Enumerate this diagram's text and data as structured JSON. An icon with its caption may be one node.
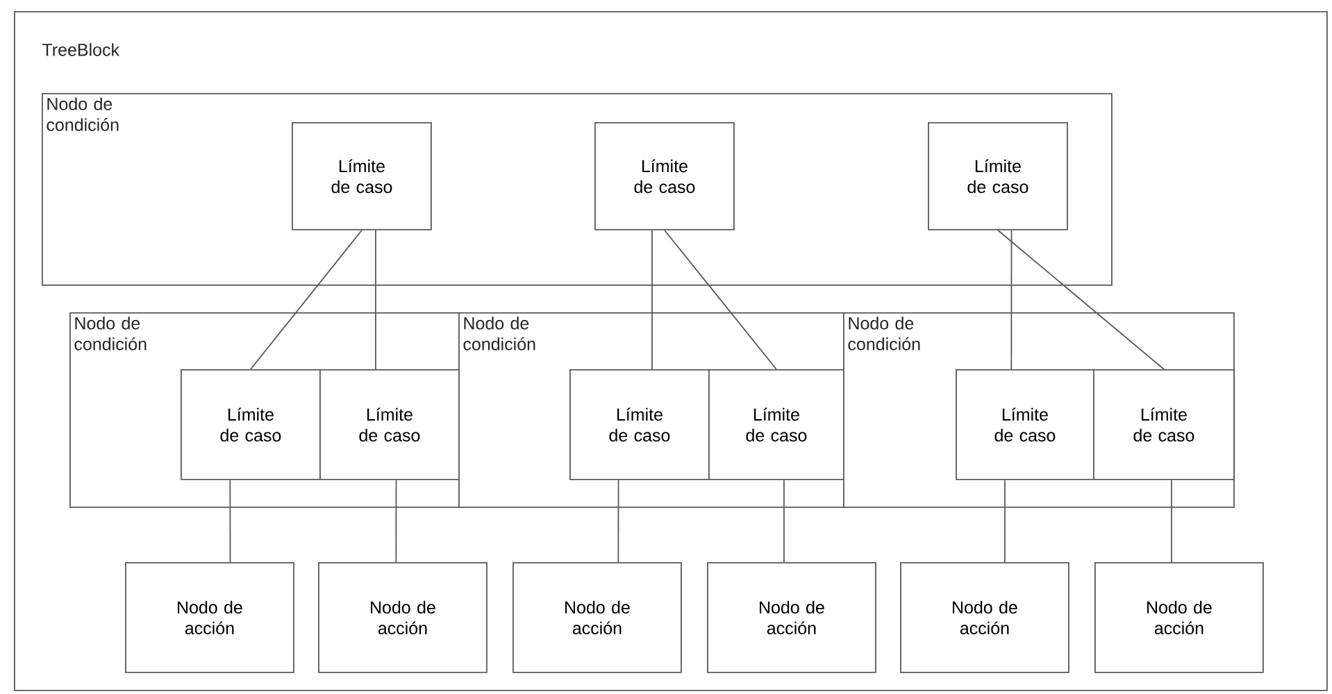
{
  "diagram": {
    "nodes": [
      {
        "text": [
          "TreeBlock"
        ]
      },
      {
        "text": [
          "Nodo de condición"
        ],
        "in": 0
      },
      {
        "text": [
          "Límite de caso"
        ],
        "in": 1
      },
      {
        "text": [
          "Límite de caso"
        ],
        "in": 1
      },
      {
        "text": [
          "Límite de caso"
        ],
        "in": 1
      },
      {
        "text": [
          "Nodo de condición"
        ],
        "in": 0
      },
      {
        "text": [
          "Límite de caso"
        ],
        "in": 5
      },
      {
        "text": [
          "Límite de caso"
        ],
        "in": 5
      },
      {
        "text": [
          "Nodo de condición"
        ],
        "in": 0
      },
      {
        "text": [
          "Límite de caso"
        ],
        "in": 8
      },
      {
        "text": [
          "Límite de caso"
        ],
        "in": 8
      },
      {
        "text": [
          "Nodo de condición"
        ],
        "in": 0
      },
      {
        "text": [
          "Límite de caso"
        ],
        "in": 11
      },
      {
        "text": [
          "Límite de caso"
        ],
        "in": 11
      },
      {
        "text": [
          "Nodo de acción"
        ],
        "in": 0
      },
      {
        "text": [
          "Nodo de acción"
        ],
        "in": 0
      },
      {
        "text": [
          "Nodo de acción"
        ],
        "in": 0
      },
      {
        "text": [
          "Nodo de acción"
        ],
        "in": 0
      },
      {
        "text": [
          "Nodo de acción"
        ],
        "in": 0
      },
      {
        "text": [
          "Nodo de acción"
        ],
        "in": 0
      }
    ],
    "edges": [
      {
        "from": 2,
        "to": 6,
        "arrow": "none"
      },
      {
        "from": 2,
        "to": 7,
        "arrow": "none"
      },
      {
        "from": 3,
        "to": 9,
        "arrow": "none"
      },
      {
        "from": 3,
        "to": 10,
        "arrow": "none"
      },
      {
        "from": 4,
        "to": 12,
        "arrow": "none"
      },
      {
        "from": 4,
        "to": 13,
        "arrow": "none"
      },
      {
        "from": 6,
        "to": 14,
        "arrow": "none"
      },
      {
        "from": 7,
        "to": 15,
        "arrow": "none"
      },
      {
        "from": 9,
        "to": 16,
        "arrow": "none"
      },
      {
        "from": 10,
        "to": 17,
        "arrow": "none"
      },
      {
        "from": 12,
        "to": 18,
        "arrow": "none"
      },
      {
        "from": 13,
        "to": 19,
        "arrow": "none"
      }
    ]
  }
}
